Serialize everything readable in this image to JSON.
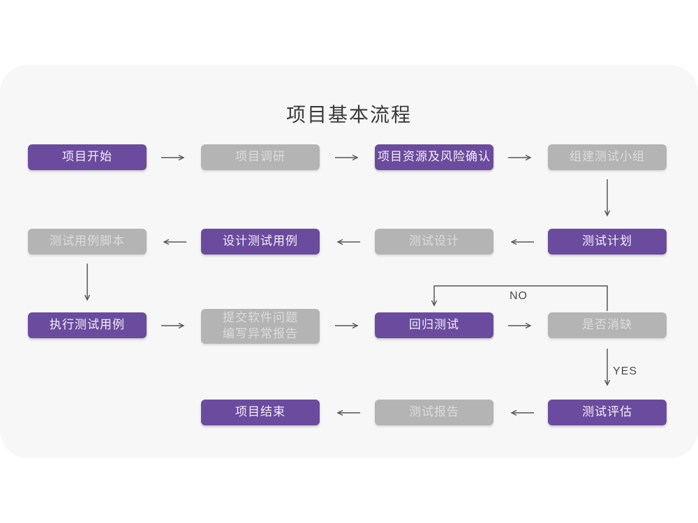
{
  "title": "项目基本流程",
  "colors": {
    "purple": "#6b4b9e",
    "gray": "#b4b4b4",
    "line": "#555555",
    "card_bg": "#f7f7f7",
    "page_bg": "#ffffff"
  },
  "flow": {
    "no_label": "NO",
    "yes_label": "YES",
    "nodes": [
      {
        "id": "project-start",
        "label": "项目开始",
        "variant": "purple"
      },
      {
        "id": "project-research",
        "label": "项目调研",
        "variant": "gray"
      },
      {
        "id": "resources-risk",
        "label": "项目资源及风险确认",
        "variant": "purple"
      },
      {
        "id": "build-test-team",
        "label": "组建测试小组",
        "variant": "gray"
      },
      {
        "id": "case-script",
        "label": "测试用例脚本",
        "variant": "gray"
      },
      {
        "id": "design-cases",
        "label": "设计测试用例",
        "variant": "purple"
      },
      {
        "id": "test-design",
        "label": "测试设计",
        "variant": "gray"
      },
      {
        "id": "test-plan",
        "label": "测试计划",
        "variant": "purple"
      },
      {
        "id": "run-cases",
        "label": "执行测试用例",
        "variant": "purple"
      },
      {
        "id": "submit-issues",
        "label": "提交软件问题",
        "label2": "编写异常报告",
        "variant": "gray"
      },
      {
        "id": "regression-test",
        "label": "回归测试",
        "variant": "purple"
      },
      {
        "id": "defect-cleared",
        "label": "是否消缺",
        "variant": "gray"
      },
      {
        "id": "project-end",
        "label": "项目结束",
        "variant": "purple"
      },
      {
        "id": "test-report",
        "label": "测试报告",
        "variant": "gray"
      },
      {
        "id": "test-evaluation",
        "label": "测试评估",
        "variant": "purple"
      }
    ]
  }
}
